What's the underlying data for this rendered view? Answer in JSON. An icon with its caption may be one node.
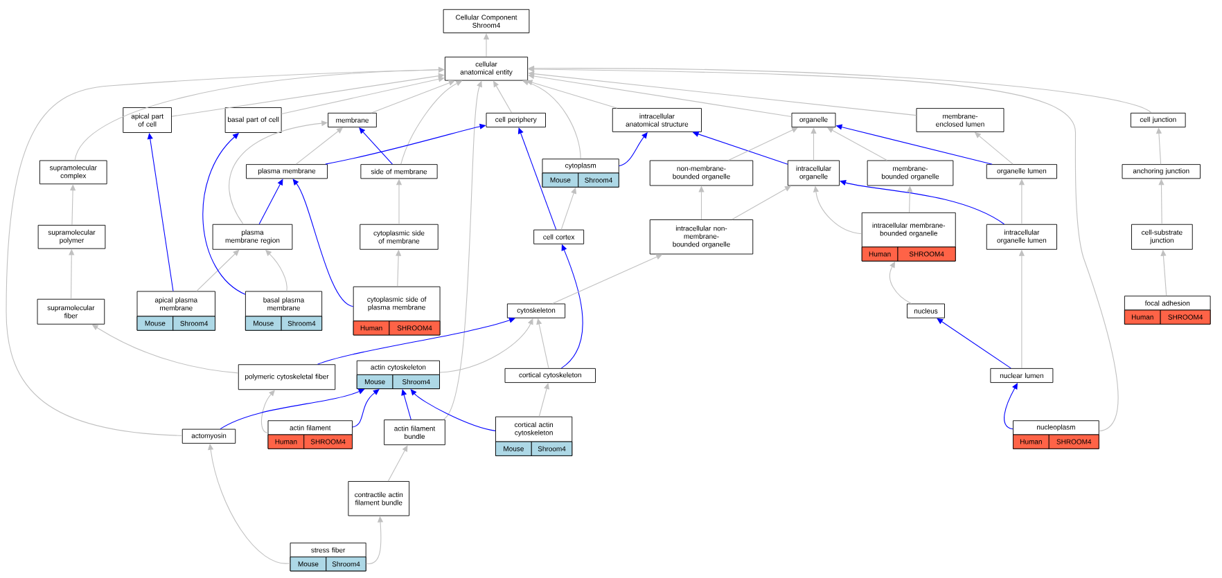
{
  "diagram": {
    "nodes": [
      {
        "text": [
          "Cellular Component Shroom4"
        ]
      },
      {
        "text": [
          "cellular anatomical entity"
        ]
      },
      {
        "text": [
          "apical part of cell"
        ]
      },
      {
        "text": [
          "basal part of cell"
        ]
      },
      {
        "text": [
          "membrane"
        ]
      },
      {
        "text": [
          "cell periphery"
        ]
      },
      {
        "text": [
          "intracellular anatomical structure"
        ]
      },
      {
        "text": [
          "organelle"
        ]
      },
      {
        "text": [
          "membrane-enclosed lumen"
        ]
      },
      {
        "text": [
          "cell junction"
        ]
      },
      {
        "text": [
          "supramolecular complex"
        ]
      },
      {
        "text": [
          "plasma membrane"
        ]
      },
      {
        "text": [
          "side of membrane"
        ]
      },
      {
        "text": [
          "cytoplasm",
          "Mouse",
          "Shroom4"
        ]
      },
      {
        "text": [
          "non-membrane-bounded organelle"
        ]
      },
      {
        "text": [
          "intracellular organelle"
        ]
      },
      {
        "text": [
          "membrane-bounded organelle"
        ]
      },
      {
        "text": [
          "organelle lumen"
        ]
      },
      {
        "text": [
          "anchoring junction"
        ]
      },
      {
        "text": [
          "supramolecular polymer"
        ]
      },
      {
        "text": [
          "plasma membrane region"
        ]
      },
      {
        "text": [
          "cytoplasmic side of membrane"
        ]
      },
      {
        "text": [
          "cell cortex"
        ]
      },
      {
        "text": [
          "intracellular non-membrane-bounded organelle"
        ]
      },
      {
        "text": [
          "intracellular membrane-bounded organelle",
          "Human",
          "SHROOM4"
        ]
      },
      {
        "text": [
          "intracellular organelle lumen"
        ]
      },
      {
        "text": [
          "cell-substrate junction"
        ]
      },
      {
        "text": [
          "supramolecular fiber"
        ]
      },
      {
        "text": [
          "apical plasma membrane",
          "Mouse",
          "Shroom4"
        ]
      },
      {
        "text": [
          "basal plasma membrane",
          "Mouse",
          "Shroom4"
        ]
      },
      {
        "text": [
          "cytoplasmic side of plasma membrane",
          "Human",
          "SHROOM4"
        ]
      },
      {
        "text": [
          "cytoskeleton"
        ]
      },
      {
        "text": [
          "nucleus"
        ]
      },
      {
        "text": [
          "focal adhesion",
          "Human",
          "SHROOM4"
        ]
      },
      {
        "text": [
          "polymeric cytoskeletal fiber"
        ]
      },
      {
        "text": [
          "actin cytoskeleton",
          "Mouse",
          "Shroom4"
        ]
      },
      {
        "text": [
          "cortical cytoskeleton"
        ]
      },
      {
        "text": [
          "nuclear lumen"
        ]
      },
      {
        "text": [
          "actomyosin"
        ]
      },
      {
        "text": [
          "actin filament",
          "Human",
          "SHROOM4"
        ]
      },
      {
        "text": [
          "actin filament bundle"
        ]
      },
      {
        "text": [
          "cortical actin cytoskeleton",
          "Mouse",
          "Shroom4"
        ]
      },
      {
        "text": [
          "nucleoplasm",
          "Human",
          "SHROOM4"
        ]
      },
      {
        "text": [
          "contractile actin filament bundle"
        ]
      },
      {
        "text": [
          "stress fiber",
          "Mouse",
          "Shroom4"
        ]
      }
    ],
    "edges": [
      {
        "from": 1,
        "to": 0,
        "arrow": "to"
      },
      {
        "from": 2,
        "to": 1,
        "arrow": "to"
      },
      {
        "from": 3,
        "to": 1,
        "arrow": "to"
      },
      {
        "from": 4,
        "to": 1,
        "arrow": "to"
      },
      {
        "from": 5,
        "to": 1,
        "arrow": "to"
      },
      {
        "from": 6,
        "to": 1,
        "arrow": "to"
      },
      {
        "from": 7,
        "to": 1,
        "arrow": "to"
      },
      {
        "from": 8,
        "to": 1,
        "arrow": "to"
      },
      {
        "from": 9,
        "to": 1,
        "arrow": "to"
      },
      {
        "from": 10,
        "to": 1,
        "arrow": "to"
      },
      {
        "from": 12,
        "to": 1,
        "arrow": "to"
      },
      {
        "from": 13,
        "to": 1,
        "arrow": "to"
      },
      {
        "from": 38,
        "to": 1,
        "arrow": "to"
      },
      {
        "from": 40,
        "to": 1,
        "arrow": "to"
      },
      {
        "from": 42,
        "to": 1,
        "arrow": "to"
      },
      {
        "from": 11,
        "to": 4,
        "arrow": "to"
      },
      {
        "from": 20,
        "to": 4,
        "arrow": "to"
      },
      {
        "from": 12,
        "to": 4,
        "arrow": "to",
        "color": "#0000ff"
      },
      {
        "from": 11,
        "to": 5,
        "arrow": "to",
        "color": "#0000ff"
      },
      {
        "from": 22,
        "to": 5,
        "arrow": "to",
        "color": "#0000ff"
      },
      {
        "from": 13,
        "to": 6,
        "arrow": "to",
        "color": "#0000ff"
      },
      {
        "from": 15,
        "to": 6,
        "arrow": "to",
        "color": "#0000ff"
      },
      {
        "from": 14,
        "to": 7,
        "arrow": "to"
      },
      {
        "from": 15,
        "to": 7,
        "arrow": "to"
      },
      {
        "from": 16,
        "to": 7,
        "arrow": "to"
      },
      {
        "from": 17,
        "to": 7,
        "arrow": "to",
        "color": "#0000ff"
      },
      {
        "from": 17,
        "to": 8,
        "arrow": "to"
      },
      {
        "from": 18,
        "to": 9,
        "arrow": "to"
      },
      {
        "from": 19,
        "to": 10,
        "arrow": "to"
      },
      {
        "from": 21,
        "to": 12,
        "arrow": "to"
      },
      {
        "from": 22,
        "to": 13,
        "arrow": "to"
      },
      {
        "from": 23,
        "to": 14,
        "arrow": "to"
      },
      {
        "from": 23,
        "to": 15,
        "arrow": "to"
      },
      {
        "from": 24,
        "to": 15,
        "arrow": "to"
      },
      {
        "from": 25,
        "to": 15,
        "arrow": "to",
        "color": "#0000ff"
      },
      {
        "from": 24,
        "to": 16,
        "arrow": "to"
      },
      {
        "from": 25,
        "to": 17,
        "arrow": "to"
      },
      {
        "from": 26,
        "to": 18,
        "arrow": "to"
      },
      {
        "from": 20,
        "to": 11,
        "arrow": "to",
        "color": "#0000ff"
      },
      {
        "from": 30,
        "to": 11,
        "arrow": "to",
        "color": "#0000ff"
      },
      {
        "from": 27,
        "to": 19,
        "arrow": "to"
      },
      {
        "from": 28,
        "to": 20,
        "arrow": "to"
      },
      {
        "from": 29,
        "to": 20,
        "arrow": "to"
      },
      {
        "from": 30,
        "to": 21,
        "arrow": "to"
      },
      {
        "from": 36,
        "to": 22,
        "arrow": "to",
        "color": "#0000ff"
      },
      {
        "from": 31,
        "to": 23,
        "arrow": "to"
      },
      {
        "from": 32,
        "to": 24,
        "arrow": "to"
      },
      {
        "from": 37,
        "to": 25,
        "arrow": "to"
      },
      {
        "from": 33,
        "to": 26,
        "arrow": "to"
      },
      {
        "from": 28,
        "to": 2,
        "arrow": "to",
        "color": "#0000ff"
      },
      {
        "from": 29,
        "to": 3,
        "arrow": "to",
        "color": "#0000ff"
      },
      {
        "from": 34,
        "to": 27,
        "arrow": "to"
      },
      {
        "from": 34,
        "to": 31,
        "arrow": "to",
        "color": "#0000ff"
      },
      {
        "from": 35,
        "to": 31,
        "arrow": "to"
      },
      {
        "from": 36,
        "to": 31,
        "arrow": "to"
      },
      {
        "from": 37,
        "to": 32,
        "arrow": "to",
        "color": "#0000ff"
      },
      {
        "from": 39,
        "to": 34,
        "arrow": "to"
      },
      {
        "from": 38,
        "to": 35,
        "arrow": "to",
        "color": "#0000ff"
      },
      {
        "from": 39,
        "to": 35,
        "arrow": "to",
        "color": "#0000ff"
      },
      {
        "from": 40,
        "to": 35,
        "arrow": "to",
        "color": "#0000ff"
      },
      {
        "from": 41,
        "to": 35,
        "arrow": "to",
        "color": "#0000ff"
      },
      {
        "from": 41,
        "to": 36,
        "arrow": "to"
      },
      {
        "from": 42,
        "to": 37,
        "arrow": "to",
        "color": "#0000ff"
      },
      {
        "from": 43,
        "to": 40,
        "arrow": "to"
      },
      {
        "from": 44,
        "to": 38,
        "arrow": "to"
      },
      {
        "from": 44,
        "to": 43,
        "arrow": "to"
      }
    ]
  }
}
